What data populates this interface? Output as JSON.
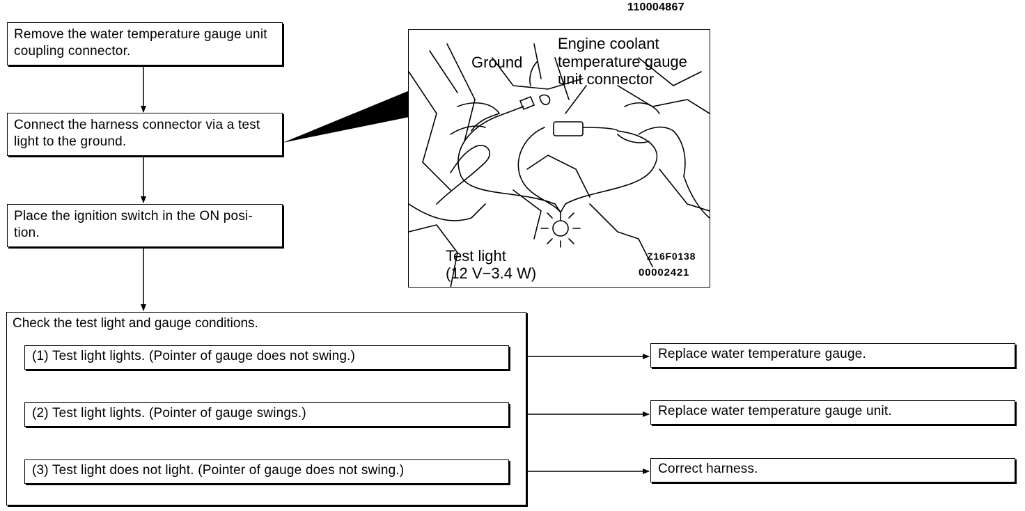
{
  "doc_ref": "110004867",
  "steps": [
    {
      "text": "Remove the water temperature gauge unit coupling connector."
    },
    {
      "text": "Connect the harness connector via a test light to the ground."
    },
    {
      "text": "Place the ignition switch in the ON posi-tion."
    }
  ],
  "check": {
    "title": "Check the test light and gauge conditions.",
    "conditions": [
      {
        "text": "(1) Test light lights. (Pointer of gauge does not swing.)",
        "result": "Replace water temperature gauge."
      },
      {
        "text": "(2) Test light lights. (Pointer of gauge swings.)",
        "result": "Replace water temperature gauge unit."
      },
      {
        "text": "(3) Test light does not light. (Pointer of gauge does not swing.)",
        "result": "Correct harness."
      }
    ]
  },
  "illustration": {
    "label_ground": "Ground",
    "label_connector_1": "Engine coolant",
    "label_connector_2": "temperature gauge",
    "label_connector_3": "unit connector",
    "label_testlight_1": "Test light",
    "label_testlight_2": "(12 V−3.4 W)",
    "code_1": "Z16F0138",
    "code_2": "00002421"
  }
}
